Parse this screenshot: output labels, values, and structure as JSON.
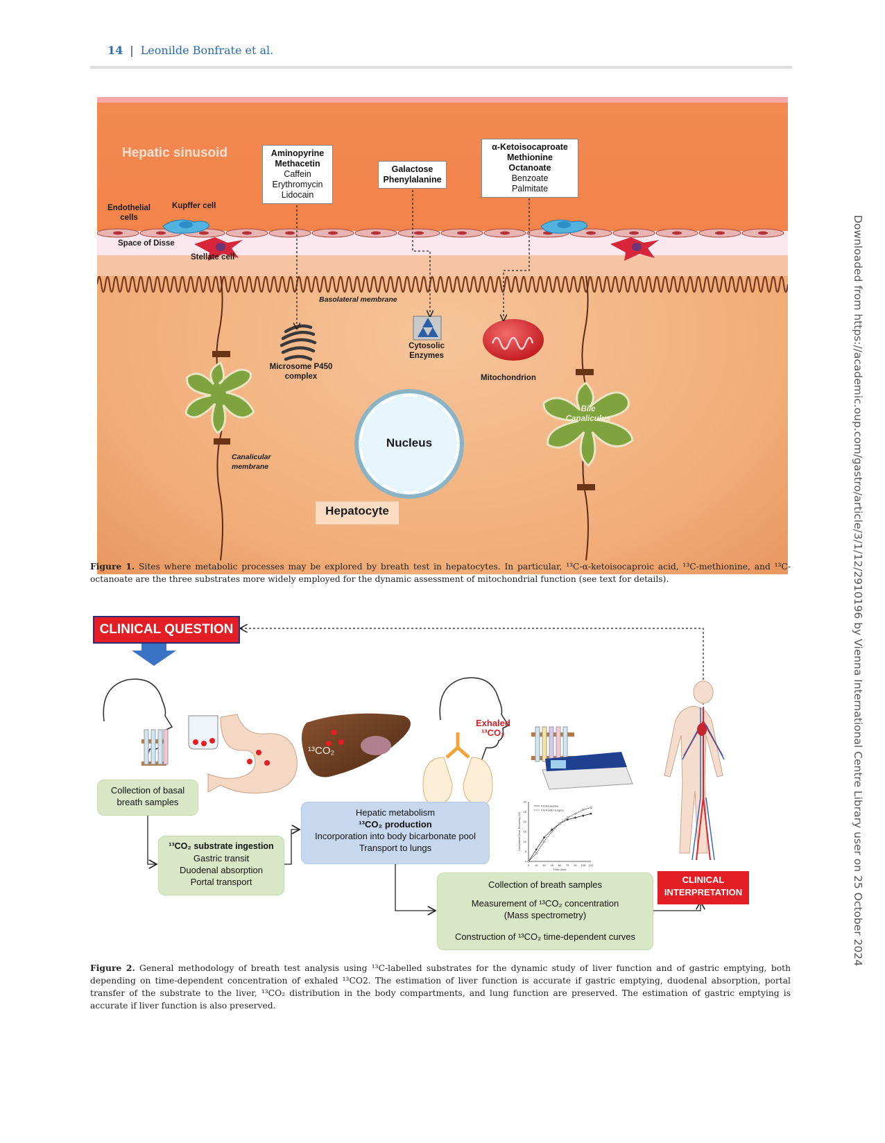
{
  "header": {
    "page_number": "14",
    "separator": "|",
    "authors": "Leonilde Bonfrate et al."
  },
  "side_note": "Downloaded from https://academic.oup.com/gastro/article/3/1/12/2910196 by Vienna International Centre Library user on 25 October 2024",
  "figure1": {
    "hepatic_sinusoid": "Hepatic sinusoid",
    "endothelial_cells": [
      "Endothelial",
      "cells"
    ],
    "kupffer_cell": "Kupffer cell",
    "space_of_disse": "Space of Disse",
    "stellate_cell": "Stellate cell",
    "basolateral_membrane": "Basolateral membrane",
    "box1": [
      "Aminopyrine",
      "Methacetin",
      "Caffein",
      "Erythromycin",
      "Lidocain"
    ],
    "box2": [
      "Galactose",
      "Phenylalanine"
    ],
    "box3": [
      "α-Ketoisocaproate",
      "Methionine",
      "Octanoate",
      "Benzoate",
      "Palmitate"
    ],
    "microsome": [
      "Microsome P450",
      "complex"
    ],
    "cytosolic": [
      "Cytosolic",
      "Enzymes"
    ],
    "mitochondrion": "Mitochondrion",
    "nucleus": "Nucleus",
    "bile_canaliculus": [
      "Bile",
      "Canaliculus"
    ],
    "canalicular_membrane": [
      "Canalicular",
      "membrane"
    ],
    "hepatocyte": "Hepatocyte",
    "caption_label": "Figure 1.",
    "caption_text": "Sites where metabolic processes may be explored by breath test in hepatocytes. In particular, ¹³C-α-ketoisocaproic acid, ¹³C-methionine, and ¹³C-octanoate are the three substrates more widely employed for the dynamic assessment of mitochondrial function (see text for details)."
  },
  "figure2": {
    "clinical_question": "CLINICAL QUESTION",
    "liver_label": "¹³CO₂",
    "exhaled": [
      "Exhaled",
      "¹³CO₂"
    ],
    "box_basal": [
      "Collection of basal",
      "breath samples"
    ],
    "box_ingestion": [
      "¹³CO₂ substrate ingestion",
      "Gastric transit",
      "Duodenal  absorption",
      "Portal transport"
    ],
    "box_hepatic": [
      "Hepatic  metabolism",
      "¹³CO₂ production",
      "Incorporation into body bicarbonate pool",
      "Transport to lungs"
    ],
    "box_collection": [
      "Collection of breath samples",
      "Measurement of ¹³CO₂ concentration",
      "(Mass spectrometry)",
      "Construction of ¹³CO₂ time-dependent curves"
    ],
    "clinical_interpretation": [
      "CLINICAL",
      "INTERPRETATION"
    ],
    "mini_chart": {
      "ylabel": "Cumulative Dose Recovery (%)",
      "xlabel": "Time (min)",
      "x_ticks": [
        "0",
        "15",
        "30",
        "45",
        "60",
        "75",
        "90",
        "105",
        "120"
      ],
      "y_ticks": [
        "0",
        "5",
        "10",
        "15",
        "20",
        "25",
        "30"
      ],
      "legend": [
        "KICA baseline",
        "KICA after surgery"
      ]
    },
    "caption_label": "Figure 2.",
    "caption_text": "General methodology of breath test analysis using ¹³C-labelled substrates for the dynamic study of liver function and of gastric emptying, both depending on time-dependent concentration of exhaled ¹³CO2. The estimation of liver function is accurate if gastric emptying, duodenal absorption, portal transfer of the substrate to the liver, ¹³CO₂ distribution in the body compartments, and lung function are preserved. The estimation of gastric emptying is accurate if liver function is also preserved."
  }
}
